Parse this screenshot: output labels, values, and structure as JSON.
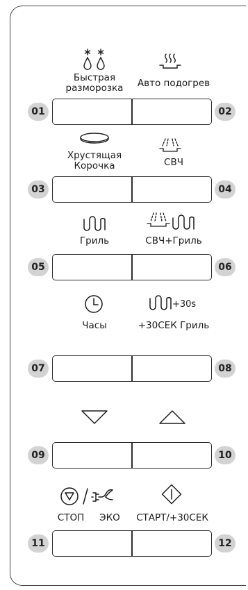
{
  "rows": [
    {
      "left": {
        "number": "01",
        "icon": "defrost-icon",
        "label": "Быстрая\nразморозка"
      },
      "right": {
        "number": "02",
        "icon": "auto-reheat-icon",
        "label": "Авто подогрев"
      }
    },
    {
      "left": {
        "number": "03",
        "icon": "crusty-plate-icon",
        "label": "Хрустящая\nКорочка"
      },
      "right": {
        "number": "04",
        "icon": "microwave-icon",
        "label": "СВЧ"
      }
    },
    {
      "left": {
        "number": "05",
        "icon": "grill-icon",
        "label": "Гриль"
      },
      "right": {
        "number": "06",
        "icon": "microwave-grill-icon",
        "label": "СВЧ+Гриль"
      }
    },
    {
      "left": {
        "number": "07",
        "icon": "clock-icon",
        "label": "Часы"
      },
      "right": {
        "number": "08",
        "icon": "grill-plus-30s-icon",
        "icon_text": "+30s",
        "label": "+30СЕК Гриль"
      }
    },
    {
      "left": {
        "number": "09",
        "icon": "down-triangle-icon",
        "label": ""
      },
      "right": {
        "number": "10",
        "icon": "up-triangle-icon",
        "label": ""
      }
    },
    {
      "left": {
        "number": "11",
        "icon": "stop-eco-icon",
        "label_stop": "СТОП",
        "label_eco": "ЭКО"
      },
      "right": {
        "number": "12",
        "icon": "start-icon",
        "label": "СТАРТ/+30СЕК"
      }
    }
  ]
}
